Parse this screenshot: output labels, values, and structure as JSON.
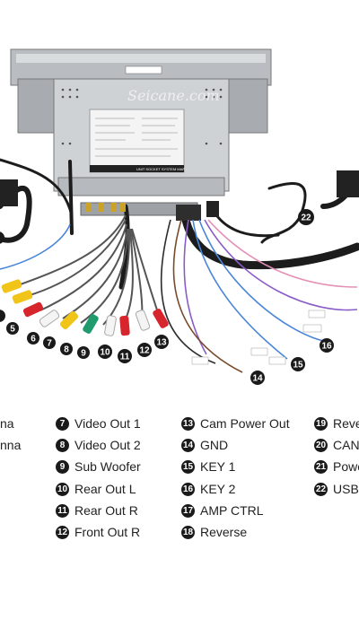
{
  "brand": "Seicane.com",
  "label_strip": "UNIT SOCKET SYSTEM MAP",
  "callouts": [
    "5",
    "6",
    "7",
    "8",
    "9",
    "10",
    "11",
    "12",
    "13",
    "14",
    "15",
    "16",
    "22"
  ],
  "partial_left": [
    "na",
    "nna"
  ],
  "legend": [
    {
      "num": "7",
      "label": "Video Out 1"
    },
    {
      "num": "8",
      "label": "Video Out 2"
    },
    {
      "num": "9",
      "label": "Sub Woofer"
    },
    {
      "num": "10",
      "label": "Rear Out L"
    },
    {
      "num": "11",
      "label": "Rear Out R"
    },
    {
      "num": "12",
      "label": "Front Out R"
    },
    {
      "num": "13",
      "label": "Cam Power Out"
    },
    {
      "num": "14",
      "label": "GND"
    },
    {
      "num": "15",
      "label": "KEY 1"
    },
    {
      "num": "16",
      "label": "KEY 2"
    },
    {
      "num": "17",
      "label": "AMP CTRL"
    },
    {
      "num": "18",
      "label": "Reverse"
    },
    {
      "num": "19",
      "label": "Reve"
    },
    {
      "num": "20",
      "label": "CAN"
    },
    {
      "num": "21",
      "label": "Powe"
    },
    {
      "num": "22",
      "label": "USB"
    }
  ],
  "colors": {
    "chassis": "#c9ccd0",
    "chassis_dark": "#8d9196",
    "cable": "#1c1c1c",
    "yellow": "#f0c419",
    "red": "#d6252c",
    "white": "#f4f4f4",
    "green": "#1f9b6e",
    "purple": "#8a5cc9",
    "blue": "#4a86d8",
    "pink": "#e48fb5",
    "badge": "#1a1a1a"
  }
}
